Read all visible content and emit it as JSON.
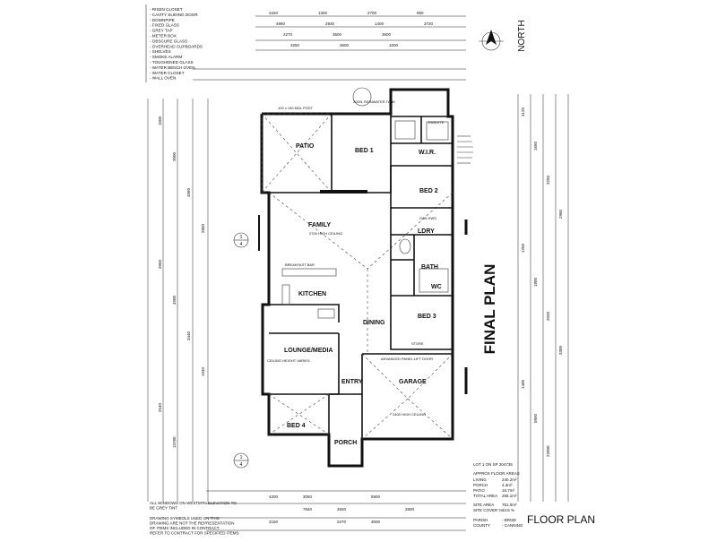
{
  "legend": {
    "items": [
      "- RISEN CLOSET",
      "- CAVITY SLIDING DOOR",
      "- DOWNPIPE",
      "- FIXED GLASS",
      "- GREY TAP",
      "- METER BOX",
      "- OBSCURE GLASS",
      "- OVERHEAD CUPBOARDS",
      "- SHELVES",
      "- SMOKE ALARM",
      "- TOUGHENED GLASS",
      "- WATER BENCH OVEN",
      "- WATER CLOSET",
      "- WALL OVEN"
    ]
  },
  "title": {
    "final_plan": "FINAL PLAN",
    "floor_plan": "FLOOR PLAN",
    "north": "NORTH"
  },
  "rooms": {
    "patio": "PATIO",
    "bed1": "BED 1",
    "ensuite": "ENSUITE",
    "wir": "W.I.R.",
    "bed2": "BED 2",
    "family": "FAMILY",
    "ldry": "LDRY",
    "bath": "BATH",
    "wc": "WC",
    "kitchen": "KITCHEN",
    "dining": "DINING",
    "bed3": "BED 3",
    "lounge": "LOUNGE/MEDIA",
    "entry": "ENTRY",
    "garage": "GARAGE",
    "bed4": "BED 4",
    "porch": "PORCH",
    "store": "STORE"
  },
  "areas": {
    "lot": "LOT 1 ON SP 204735",
    "heading": "APPROX FLOOR AREAS",
    "rows": [
      {
        "label": "LIVING",
        "value": "240.2m²"
      },
      {
        "label": "PORCH",
        "value": "4.3m²"
      },
      {
        "label": "PATIO",
        "value": "16.7m²"
      },
      {
        "label": "TOTAL AREA",
        "value": "265.1m²"
      }
    ],
    "site_area_label": "SITE AREA",
    "site_area": "751.0m²",
    "site_cover_label": "SITE COVER %",
    "site_cover": "34.5 %",
    "parish_label": "PARISH",
    "parish": "- BRISE",
    "county_label": "COUNTY",
    "county": "- CANNING"
  },
  "notes": [
    "ALL WINDOWS ON WESTERN ELEVATION TO",
    "BE GREY TINT",
    "",
    "DRAWING SYMBOLS USED ON THIS",
    "DRAWING ARE NOT THE REPRESENTATION",
    "OF ITEMS INCLUDED IN CONTRACT.",
    "REFER TO CONTRACT FOR SPECIFIED ITEMS"
  ],
  "sections": [
    "1",
    "4"
  ],
  "dimensions": {
    "top": [
      "3420",
      "4960",
      "2270",
      "3250",
      "1300",
      "2930",
      "3600",
      "3600",
      "2700",
      "1400",
      "3600",
      "1000",
      "950",
      "3720"
    ],
    "left": [
      "1500",
      "3000",
      "4960",
      "2850",
      "3950",
      "4900",
      "3440",
      "1940",
      "2540",
      "13780"
    ],
    "right": [
      "4120",
      "1650",
      "3250",
      "2960",
      "1250",
      "1800",
      "2020",
      "3300",
      "1400",
      "5850",
      "22000"
    ],
    "bottom": [
      "4200",
      "7840",
      "2270",
      "5900",
      "2800",
      "2150",
      "3050",
      "4920",
      "3000"
    ]
  },
  "annotations": [
    "2000L RAINWATER TANK",
    "100 x 150 MDL POST",
    "2400 HIGH CEILING",
    "2700 HIGH CEILING",
    "BREAKFAST BAR",
    "GAS HWS",
    "ADVANCED PANEL LIFT DOOR",
    "CEILING HEIGHT VARIES"
  ]
}
